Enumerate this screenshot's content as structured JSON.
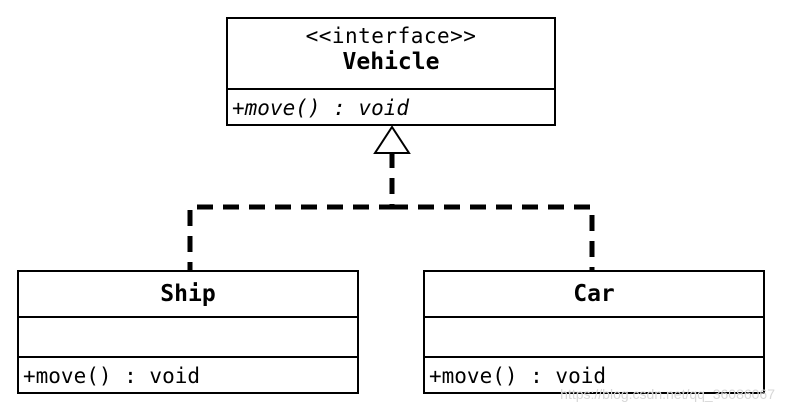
{
  "interface": {
    "stereotype": "<<interface>>",
    "name": "Vehicle",
    "operation": "+move() : void"
  },
  "classes": [
    {
      "name": "Ship",
      "operation": "+move() : void"
    },
    {
      "name": "Car",
      "operation": "+move() : void"
    }
  ],
  "watermark": "https://blog.csdn.net/qq_36086067",
  "colors": {
    "line": "#000000",
    "background": "#ffffff",
    "watermark": "#d7d7d7"
  }
}
